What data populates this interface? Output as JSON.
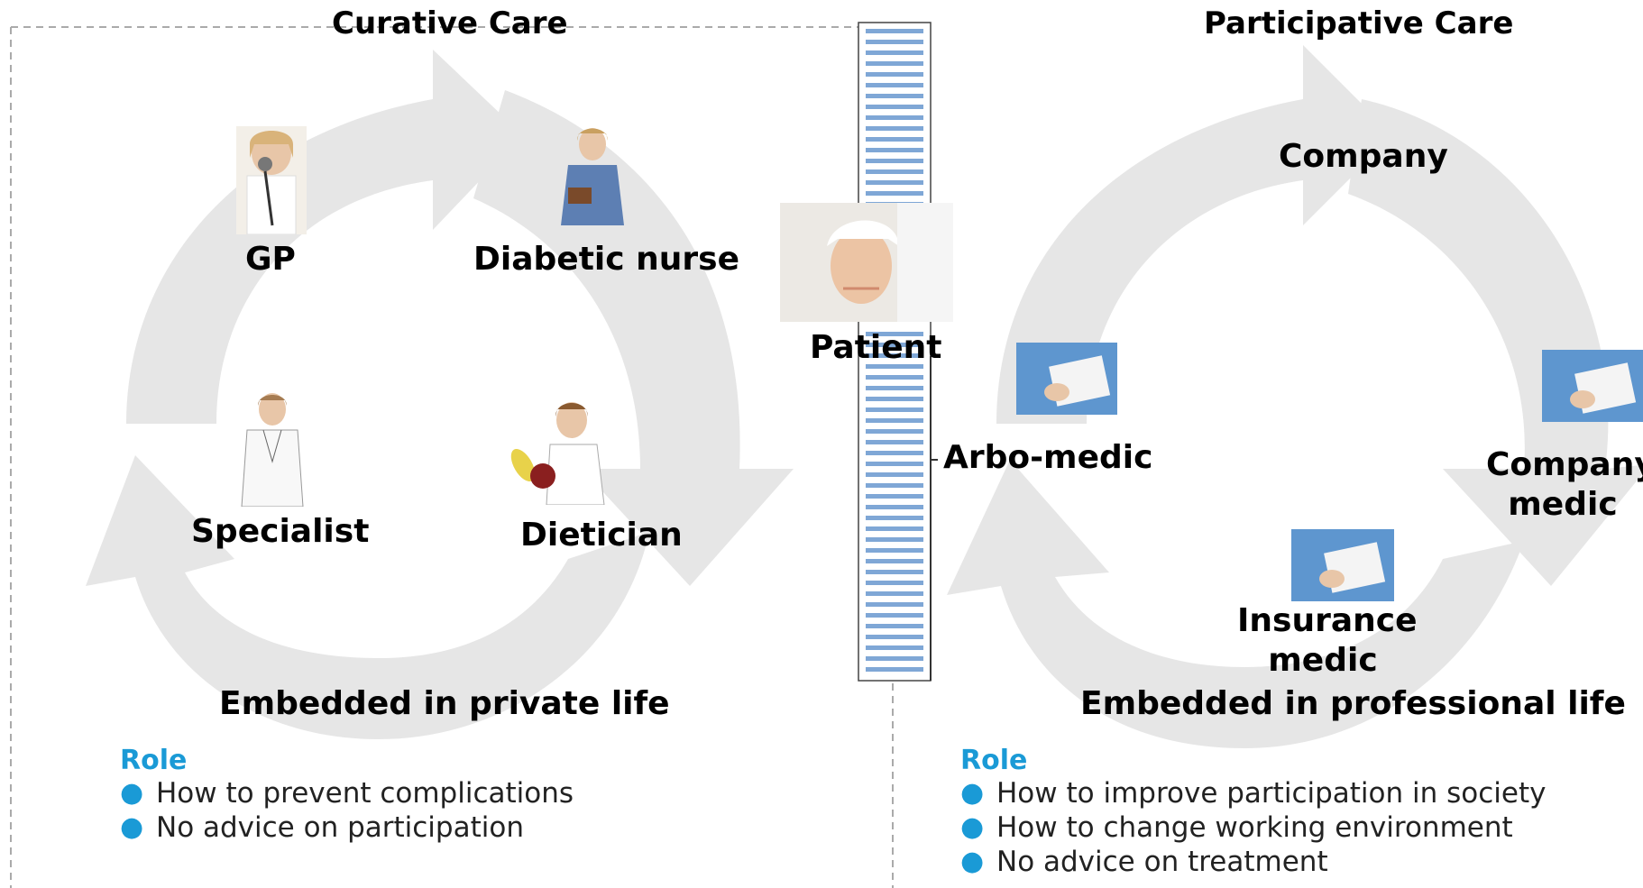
{
  "left": {
    "title": "Curative Care",
    "roles": [
      "GP",
      "Diabetic nurse",
      "Specialist",
      "Dietician"
    ],
    "embedded": "Embedded in private life",
    "role_heading": "Role",
    "bullets": [
      "How to prevent complications",
      "No advice on participation"
    ]
  },
  "center": {
    "patient_label": "Patient"
  },
  "right": {
    "title": "Participative Care",
    "roles": [
      "Company",
      "Arbo-medic",
      "Company medic",
      "Insurance medic"
    ],
    "company_medic_lines": [
      "Company",
      "medic"
    ],
    "insurance_medic_lines": [
      "Insurance",
      "medic"
    ],
    "embedded": "Embedded in professional life",
    "role_heading": "Role",
    "bullets": [
      "How to improve participation in society",
      "How to change working environment",
      "No advice on treatment"
    ]
  },
  "colors": {
    "accent": "#1a9ad6",
    "arrow": "#e6e6e6",
    "scrub": "#2f6fb5",
    "dashed": "#aaaaaa"
  },
  "icons": {
    "bullet": "bullet-dot-icon",
    "cycle": "cycle-arrows-icon"
  }
}
